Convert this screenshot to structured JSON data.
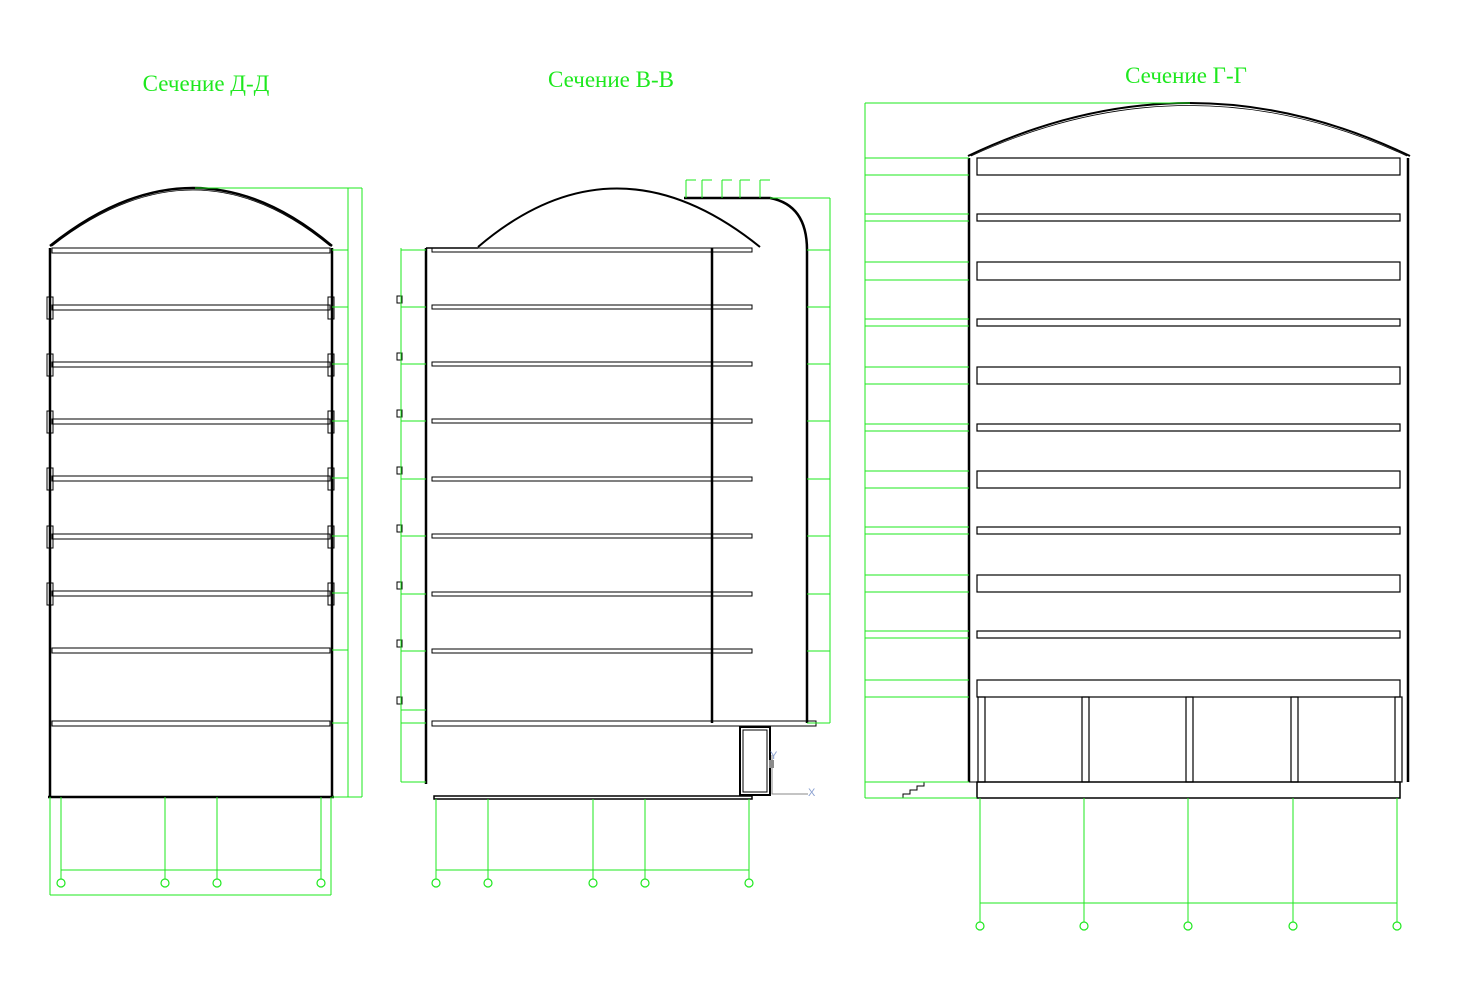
{
  "sections": [
    {
      "title": "Сечение Д-Д"
    },
    {
      "title": "Сечение В-В"
    },
    {
      "title": "Сечение Г-Г"
    }
  ],
  "ucs": {
    "x_label": "X",
    "y_label": "Y"
  },
  "colors": {
    "drawing": "#000000",
    "dimensions": "#1ee81e",
    "ucs": "#8a8a8a"
  }
}
